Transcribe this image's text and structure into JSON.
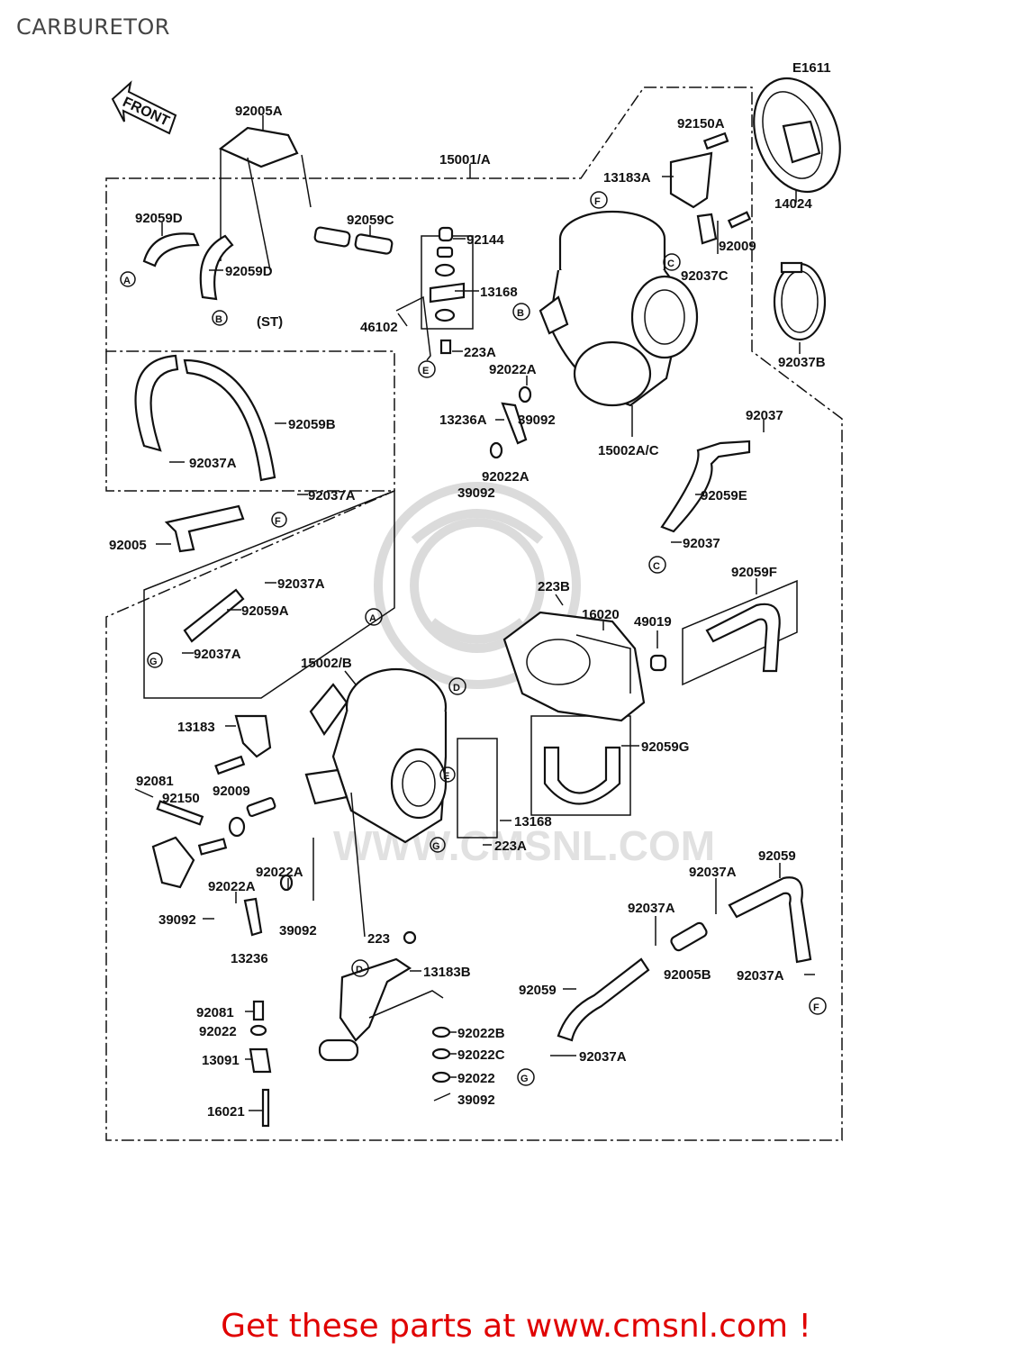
{
  "page": {
    "title": "CARBURETOR",
    "diagram_code": "E1611",
    "footer": "Get these parts at www.cmsnl.com !",
    "watermark": "WWW.CMSNL.COM",
    "front_label": "FRONT",
    "st_label": "(ST)"
  },
  "connectors": [
    "A",
    "B",
    "C",
    "D",
    "E",
    "F",
    "G"
  ],
  "part_numbers": [
    "92005A",
    "15001/A",
    "92150A",
    "13183A",
    "14024",
    "92059D",
    "92059C",
    "92144",
    "13168",
    "92009",
    "92037C",
    "46102",
    "92037B",
    "223A",
    "92022A",
    "13236A",
    "39092",
    "15002A/C",
    "92037",
    "92059B",
    "92037A",
    "92059E",
    "92005",
    "92059F",
    "223B",
    "16020",
    "49019",
    "92059A",
    "15002/B",
    "13183",
    "92059G",
    "92081",
    "92150",
    "92059",
    "92005B",
    "13236",
    "223",
    "13183B",
    "92022",
    "92022B",
    "92022C",
    "13091",
    "16021"
  ],
  "colors": {
    "footer_text": "#e00000",
    "line": "#111111",
    "watermark": "#d8d8d8"
  }
}
